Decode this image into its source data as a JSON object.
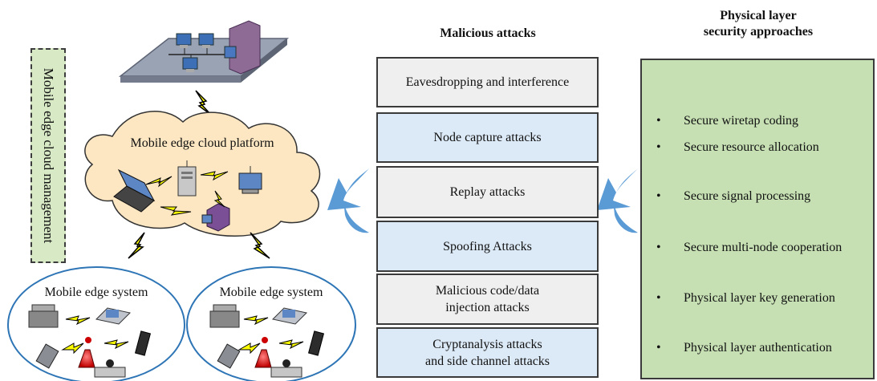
{
  "management_label": "Mobile edge cloud management",
  "cloud_label": "Mobile edge cloud platform",
  "systems": [
    {
      "label": "Mobile edge system"
    },
    {
      "label": "Mobile edge system"
    }
  ],
  "attacks": {
    "title": "Malicious attacks",
    "items": [
      {
        "lines": [
          "Eavesdropping and interference"
        ]
      },
      {
        "lines": [
          "Node capture attacks"
        ]
      },
      {
        "lines": [
          "Replay attacks"
        ]
      },
      {
        "lines": [
          "Spoofing Attacks"
        ]
      },
      {
        "lines": [
          "Malicious code/data",
          "injection attacks"
        ]
      },
      {
        "lines": [
          "Cryptanalysis attacks",
          "and side channel attacks"
        ]
      }
    ]
  },
  "security": {
    "title_lines": [
      "Physical layer",
      "security approaches"
    ],
    "bullet": "•",
    "items": [
      "Secure wiretap coding",
      "Secure resource allocation",
      "Secure signal processing",
      "Secure multi-node cooperation",
      "Physical layer key generation",
      "Physical layer authentication"
    ]
  },
  "colors": {
    "cloud_fill": "#fde7c2",
    "system_stroke": "#2e75b6",
    "arrow": "#5b9bd5",
    "security_fill": "#c6e0b4",
    "attack_gray": "#efefef",
    "attack_blue": "#dce9f6",
    "management_fill": "#d8e9c5",
    "lightning": "#ffff00"
  }
}
